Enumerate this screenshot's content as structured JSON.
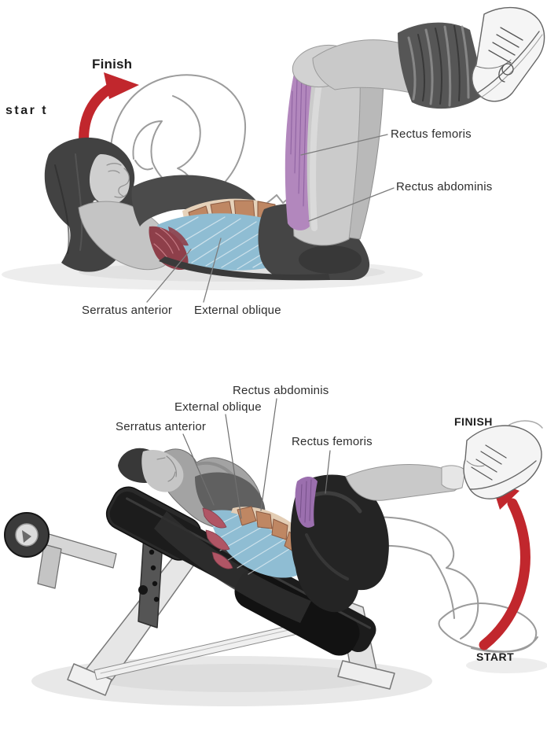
{
  "colors": {
    "arrow_red": "#c1272d",
    "oblique_blue": "#8fbdd3",
    "abdominis_tan": "#bf8763",
    "serratus_red": "#8e3f4a",
    "serratus_pink": "#b05565",
    "femoris_purple": "#b287bd",
    "femoris_purple_dark": "#9b6fae"
  },
  "top_panel": {
    "start_label": "star t",
    "finish_label": "Finish",
    "labels": {
      "rectus_femoris": "Rectus femoris",
      "rectus_abdominis": "Rectus abdominis",
      "serratus_anterior": "Serratus anterior",
      "external_oblique": "External oblique"
    }
  },
  "bottom_panel": {
    "finish_label": "FINISH",
    "start_label": "START",
    "labels": {
      "rectus_abdominis": "Rectus abdominis",
      "external_oblique": "External oblique",
      "serratus_anterior": "Serratus anterior",
      "rectus_femoris": "Rectus femoris"
    }
  }
}
